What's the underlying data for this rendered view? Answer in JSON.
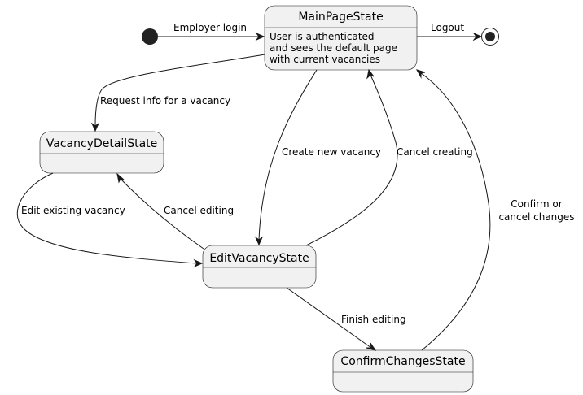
{
  "states": {
    "main": {
      "title": "MainPageState",
      "desc_lines": [
        "User is authenticated",
        "and sees the default page",
        "with current vacancies"
      ]
    },
    "vacancy_detail": {
      "title": "VacancyDetailState"
    },
    "edit_vacancy": {
      "title": "EditVacancyState"
    },
    "confirm_changes": {
      "title": "ConfirmChangesState"
    }
  },
  "transitions": {
    "employer_login": "Employer login",
    "logout": "Logout",
    "request_info": "Request info for a vacancy",
    "create_new": "Create new vacancy",
    "cancel_creating": "Cancel creating",
    "edit_existing": "Edit existing vacancy",
    "cancel_editing": "Cancel editing",
    "finish_editing": "Finish editing",
    "confirm_cancel": [
      "Confirm or",
      "cancel changes"
    ]
  },
  "colors": {
    "state_fill": "#f1f1f1",
    "line": "#181818",
    "node": "#222222"
  }
}
